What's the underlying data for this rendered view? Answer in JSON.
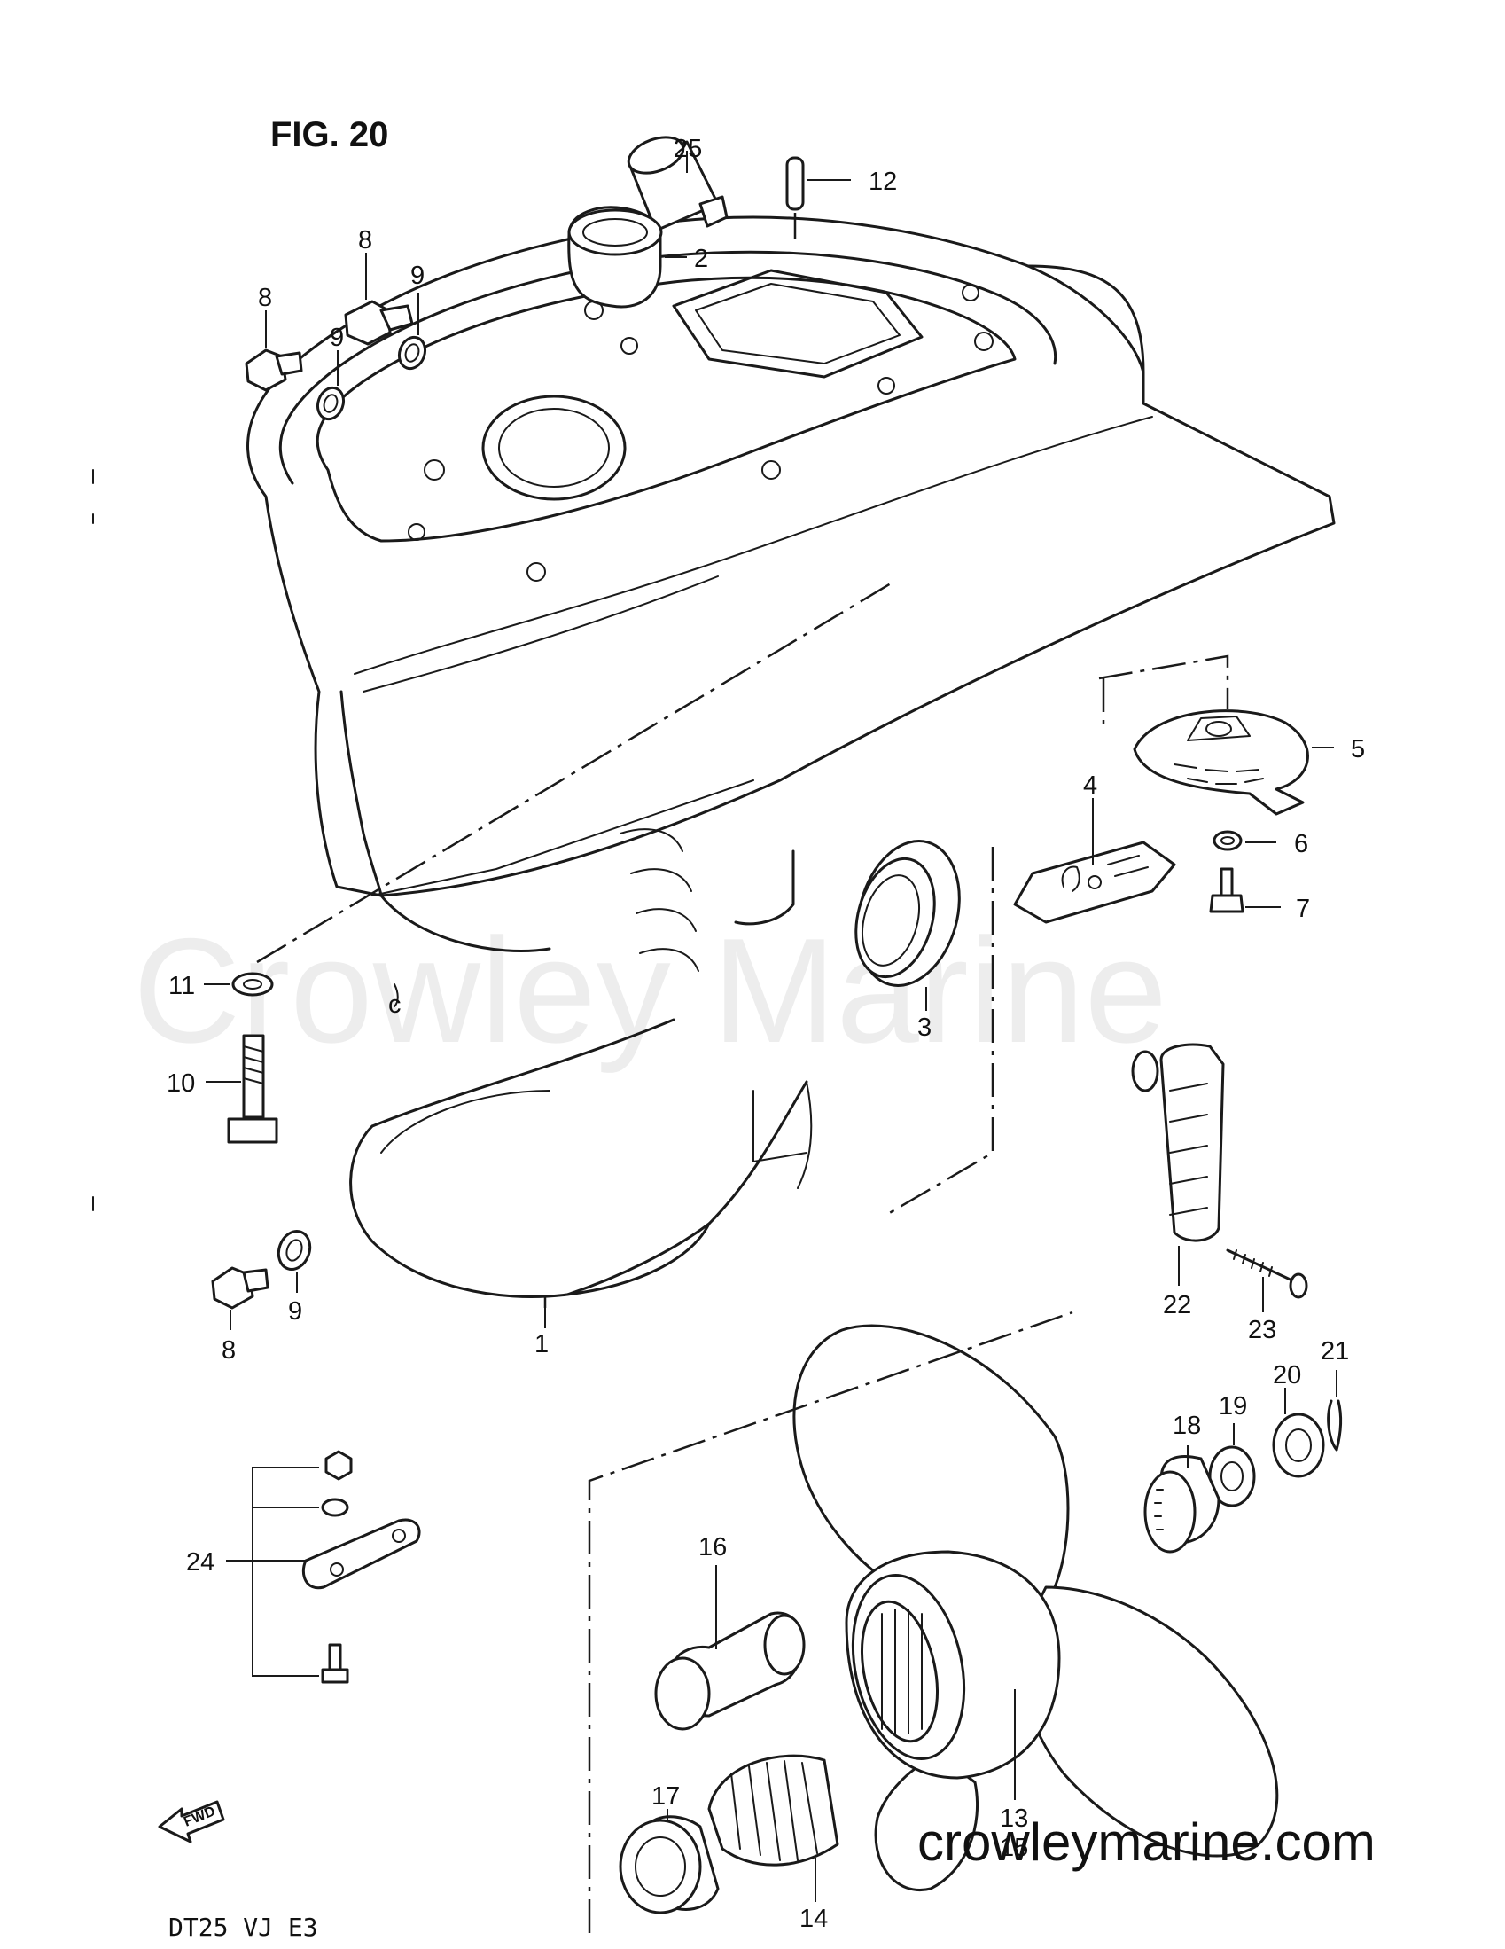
{
  "figure": {
    "title": "FIG. 20",
    "model_code": "DT25 VJ E3",
    "fwd_label": "FWD"
  },
  "watermark": {
    "text": "Crowley Marine",
    "website": "crowleymarine.com"
  },
  "callouts": {
    "c1": "1",
    "c2": "2",
    "c3": "3",
    "c4": "4",
    "c5": "5",
    "c6": "6",
    "c7": "7",
    "c8a": "8",
    "c8b": "8",
    "c8c": "8",
    "c9a": "9",
    "c9b": "9",
    "c9c": "9",
    "c10": "10",
    "c11": "11",
    "c12": "12",
    "c13": "13",
    "c14": "14",
    "c15": "15",
    "c16": "16",
    "c17": "17",
    "c18": "18",
    "c19": "19",
    "c20": "20",
    "c21": "21",
    "c22": "22",
    "c23": "23",
    "c24": "24",
    "c25": "25"
  }
}
